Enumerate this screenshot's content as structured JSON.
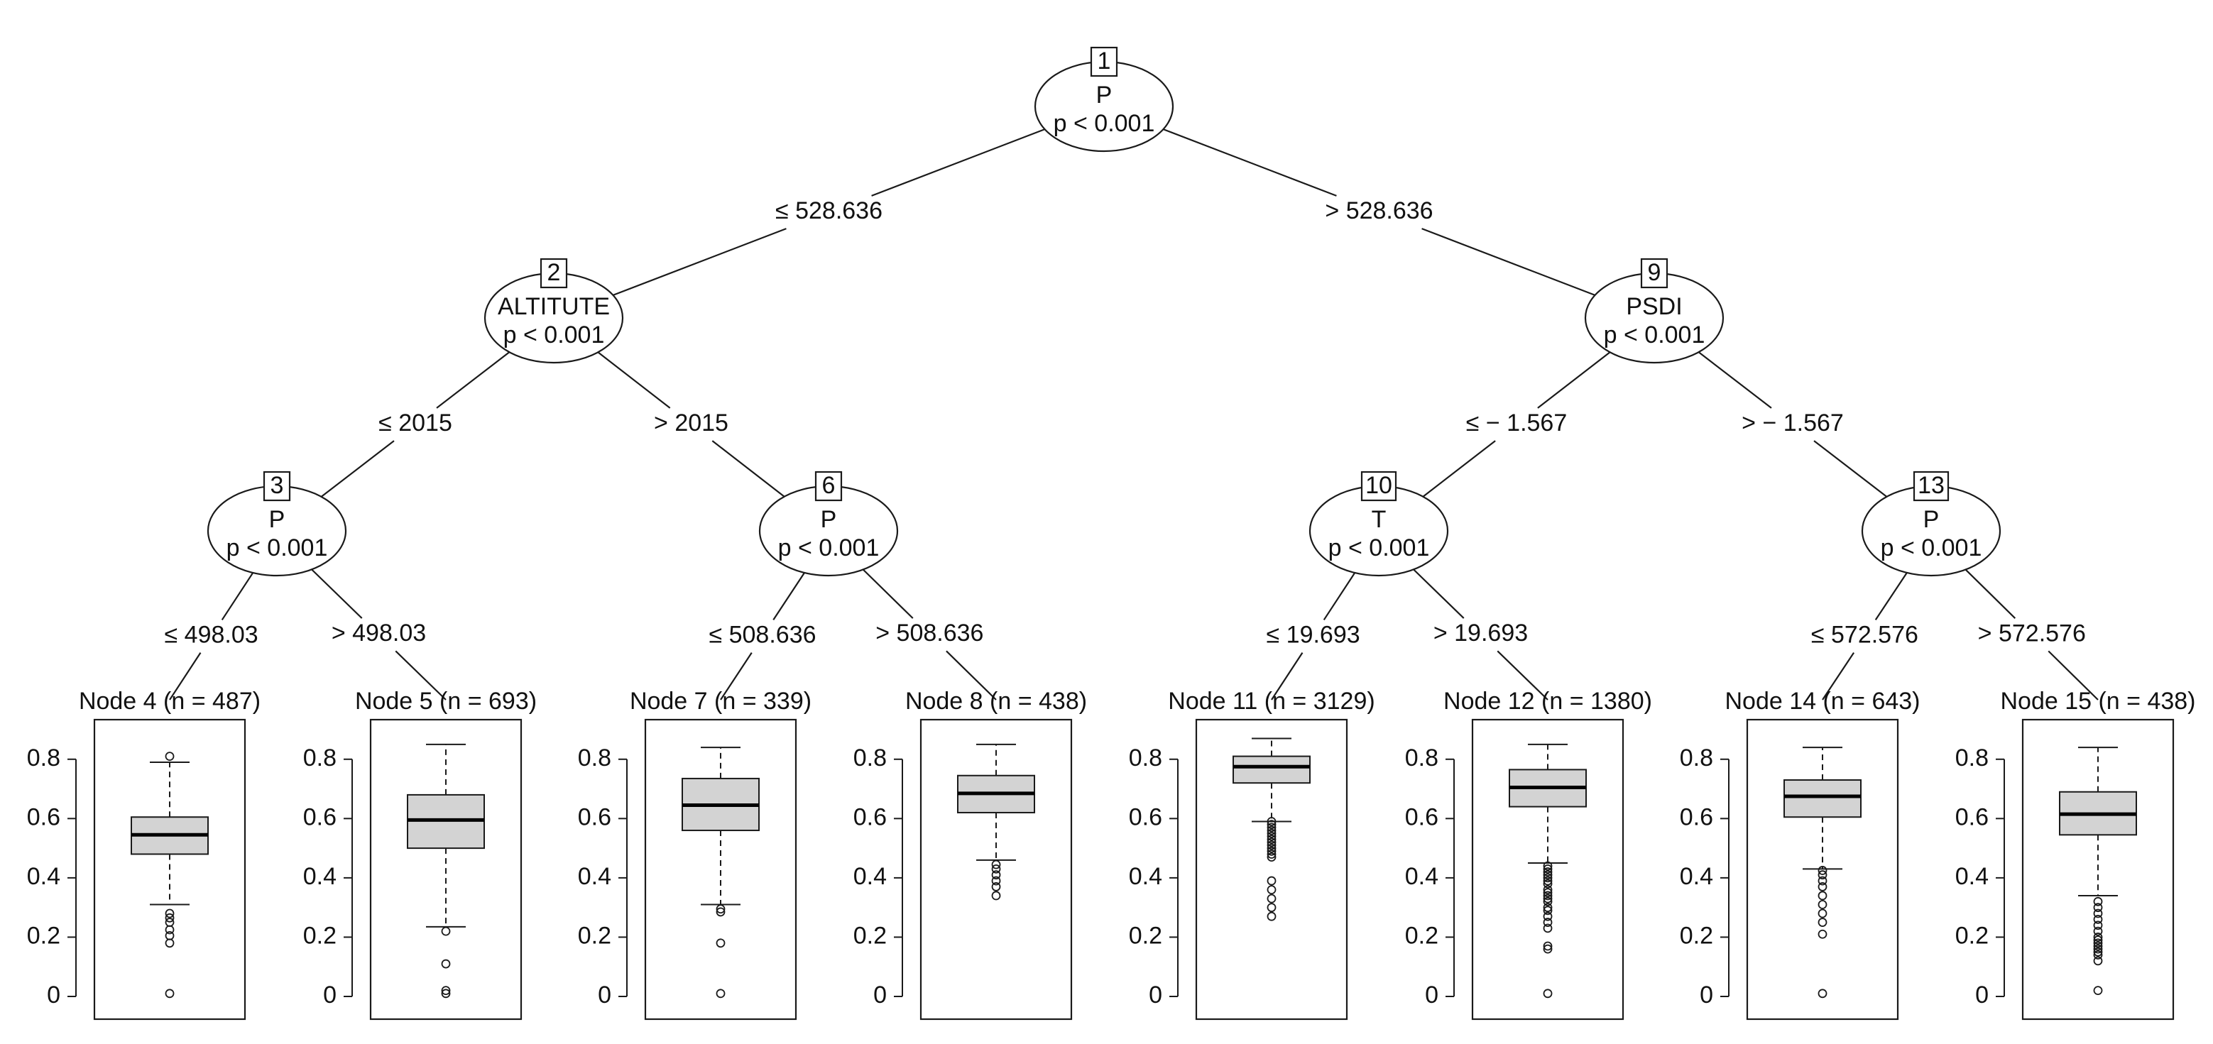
{
  "tree": {
    "inner_nodes": [
      {
        "id": "1",
        "variable": "P",
        "pvalue": "p < 0.001"
      },
      {
        "id": "2",
        "variable": "ALTITUTE",
        "pvalue": "p < 0.001"
      },
      {
        "id": "9",
        "variable": "PSDI",
        "pvalue": "p < 0.001"
      },
      {
        "id": "3",
        "variable": "P",
        "pvalue": "p < 0.001"
      },
      {
        "id": "6",
        "variable": "P",
        "pvalue": "p < 0.001"
      },
      {
        "id": "10",
        "variable": "T",
        "pvalue": "p < 0.001"
      },
      {
        "id": "13",
        "variable": "P",
        "pvalue": "p < 0.001"
      }
    ],
    "edges": [
      {
        "from": "1",
        "to": "2",
        "label": "≤ 528.636"
      },
      {
        "from": "1",
        "to": "9",
        "label": "> 528.636"
      },
      {
        "from": "2",
        "to": "3",
        "label": "≤ 2015"
      },
      {
        "from": "2",
        "to": "6",
        "label": "> 2015"
      },
      {
        "from": "9",
        "to": "10",
        "label": "≤ − 1.567"
      },
      {
        "from": "9",
        "to": "13",
        "label": "> − 1.567"
      },
      {
        "from": "3",
        "to": "4",
        "label": "≤ 498.03"
      },
      {
        "from": "3",
        "to": "5",
        "label": "> 498.03"
      },
      {
        "from": "6",
        "to": "7",
        "label": "≤ 508.636"
      },
      {
        "from": "6",
        "to": "8",
        "label": "> 508.636"
      },
      {
        "from": "10",
        "to": "11",
        "label": "≤ 19.693"
      },
      {
        "from": "10",
        "to": "12",
        "label": "> 19.693"
      },
      {
        "from": "13",
        "to": "14",
        "label": "≤ 572.576"
      },
      {
        "from": "13",
        "to": "15",
        "label": "> 572.576"
      }
    ],
    "terminal_nodes": [
      {
        "id": "4",
        "title": "Node 4 (n = 487)"
      },
      {
        "id": "5",
        "title": "Node 5 (n = 693)"
      },
      {
        "id": "7",
        "title": "Node 7 (n = 339)"
      },
      {
        "id": "8",
        "title": "Node 8 (n = 438)"
      },
      {
        "id": "11",
        "title": "Node 11 (n = 3129)"
      },
      {
        "id": "12",
        "title": "Node 12 (n = 1380)"
      },
      {
        "id": "14",
        "title": "Node 14 (n = 643)"
      },
      {
        "id": "15",
        "title": "Node 15 (n = 438)"
      }
    ]
  },
  "chart_data": {
    "type": "boxplot",
    "y_ticks": [
      "0",
      "0.2",
      "0.4",
      "0.6",
      "0.8"
    ],
    "ylim": [
      0,
      0.9
    ],
    "boxes": [
      {
        "node": "4",
        "whisker_low": 0.31,
        "q1": 0.48,
        "median": 0.545,
        "q3": 0.605,
        "whisker_high": 0.79,
        "outliers": [
          0.81,
          0.28,
          0.265,
          0.25,
          0.225,
          0.205,
          0.18,
          0.01
        ]
      },
      {
        "node": "5",
        "whisker_low": 0.235,
        "q1": 0.5,
        "median": 0.595,
        "q3": 0.68,
        "whisker_high": 0.85,
        "outliers": [
          0.22,
          0.11,
          0.02,
          0.01
        ]
      },
      {
        "node": "7",
        "whisker_low": 0.31,
        "q1": 0.56,
        "median": 0.645,
        "q3": 0.735,
        "whisker_high": 0.84,
        "outliers": [
          0.295,
          0.285,
          0.18,
          0.01
        ]
      },
      {
        "node": "8",
        "whisker_low": 0.46,
        "q1": 0.62,
        "median": 0.685,
        "q3": 0.745,
        "whisker_high": 0.85,
        "outliers": [
          0.445,
          0.43,
          0.41,
          0.39,
          0.37,
          0.34
        ]
      },
      {
        "node": "11",
        "whisker_low": 0.59,
        "q1": 0.72,
        "median": 0.775,
        "q3": 0.81,
        "whisker_high": 0.87,
        "outliers": [
          0.59,
          0.58,
          0.57,
          0.56,
          0.55,
          0.54,
          0.53,
          0.52,
          0.51,
          0.5,
          0.49,
          0.48,
          0.47,
          0.39,
          0.36,
          0.33,
          0.3,
          0.27
        ]
      },
      {
        "node": "12",
        "whisker_low": 0.45,
        "q1": 0.64,
        "median": 0.705,
        "q3": 0.765,
        "whisker_high": 0.85,
        "outliers": [
          0.44,
          0.43,
          0.42,
          0.41,
          0.4,
          0.39,
          0.38,
          0.36,
          0.35,
          0.34,
          0.33,
          0.32,
          0.3,
          0.29,
          0.27,
          0.25,
          0.23,
          0.17,
          0.16,
          0.01
        ]
      },
      {
        "node": "14",
        "whisker_low": 0.43,
        "q1": 0.605,
        "median": 0.675,
        "q3": 0.73,
        "whisker_high": 0.84,
        "outliers": [
          0.425,
          0.41,
          0.39,
          0.37,
          0.34,
          0.31,
          0.28,
          0.25,
          0.21,
          0.01
        ]
      },
      {
        "node": "15",
        "whisker_low": 0.34,
        "q1": 0.545,
        "median": 0.615,
        "q3": 0.69,
        "whisker_high": 0.84,
        "outliers": [
          0.32,
          0.3,
          0.28,
          0.26,
          0.24,
          0.22,
          0.2,
          0.19,
          0.18,
          0.17,
          0.16,
          0.15,
          0.14,
          0.12,
          0.02
        ]
      }
    ]
  }
}
